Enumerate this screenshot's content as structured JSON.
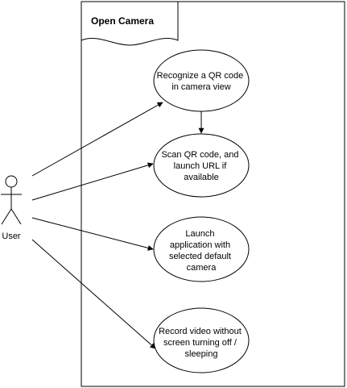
{
  "system": {
    "title": "Open Camera"
  },
  "actor": {
    "label": "User"
  },
  "use_cases": [
    {
      "lines": [
        "Recognize a QR code",
        "in camera view"
      ]
    },
    {
      "lines": [
        "Scan QR code, and",
        "launch URL if",
        "available"
      ]
    },
    {
      "lines": [
        "Launch",
        "application with",
        "selected default",
        "camera"
      ]
    },
    {
      "lines": [
        "Record video without",
        "screen turning off /",
        "sleeping"
      ]
    }
  ]
}
